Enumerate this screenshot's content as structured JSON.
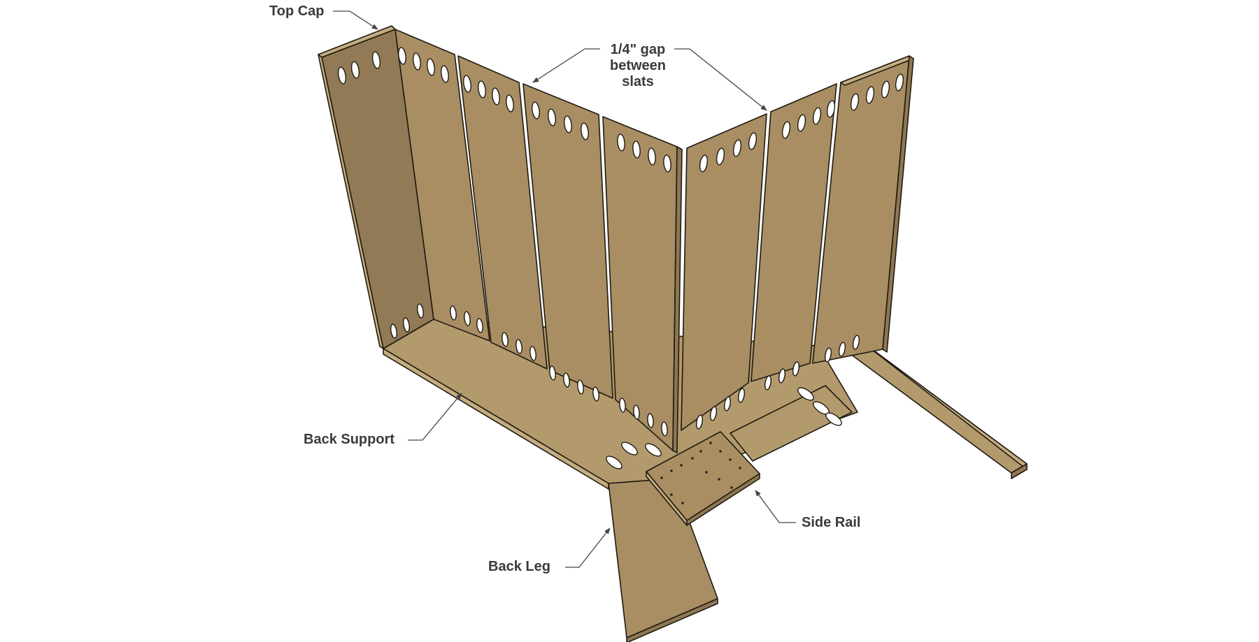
{
  "labels": {
    "top_cap": "Top Cap",
    "gap_line1": "1/4\" gap",
    "gap_line2": "between",
    "gap_line3": "slats",
    "back_support": "Back Support",
    "side_rail": "Side Rail",
    "back_leg": "Back Leg"
  },
  "colors": {
    "wood_face": "#a88e62",
    "wood_light": "#b29a6c",
    "wood_dark": "#8f7752",
    "wood_edge": "#c4ad80",
    "outline": "#1f1a12",
    "hole_fill": "#ffffff",
    "leader_line": "#444444",
    "label_text": "#3a3a3a"
  }
}
